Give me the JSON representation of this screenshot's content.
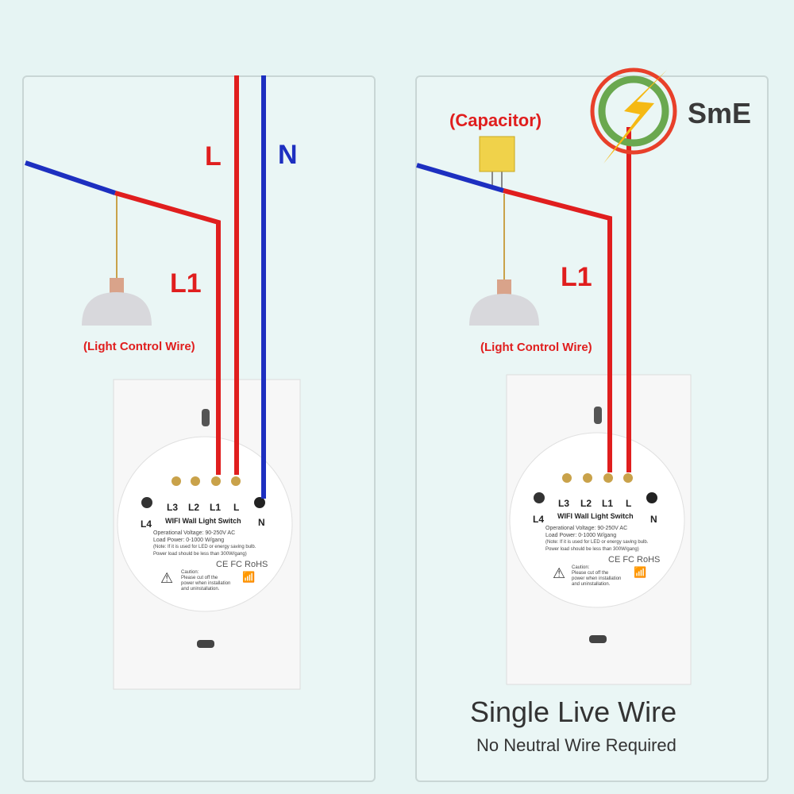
{
  "wire_labels": {
    "live": "L",
    "neutral": "N",
    "load": "L1"
  },
  "lamp_label": "(Light Control Wire)",
  "capacitor_label": "(Capacitor)",
  "logo_text": "SmE",
  "module": {
    "terminals_top": [
      "L3",
      "L2",
      "L1",
      "L"
    ],
    "terminal_left": "L4",
    "terminal_right": "N",
    "product_name": "WIFI Wall Light Switch",
    "spec_voltage": "Operational Voltage: 90-250V AC",
    "spec_power": "Load Power: 0-1000 W/gang",
    "note_line1": "(Note: If it is used for LED or energy saving bulb.",
    "note_line2": "Power load should be less than 300W/gang)",
    "marks": "CE FC RoHS",
    "caution1": "Caution:",
    "caution2": "Please cut off the",
    "caution3": "power when installation",
    "caution4": "and uninstallation."
  },
  "footer_right": {
    "title": "Single Live Wire",
    "subtitle": "No Neutral Wire Required"
  },
  "colors": {
    "live": "#e01e1e",
    "neutral": "#1d2fc0",
    "background": "#e6f4f3",
    "logo_orange": "#f5b914",
    "logo_green": "#6aa84f"
  }
}
